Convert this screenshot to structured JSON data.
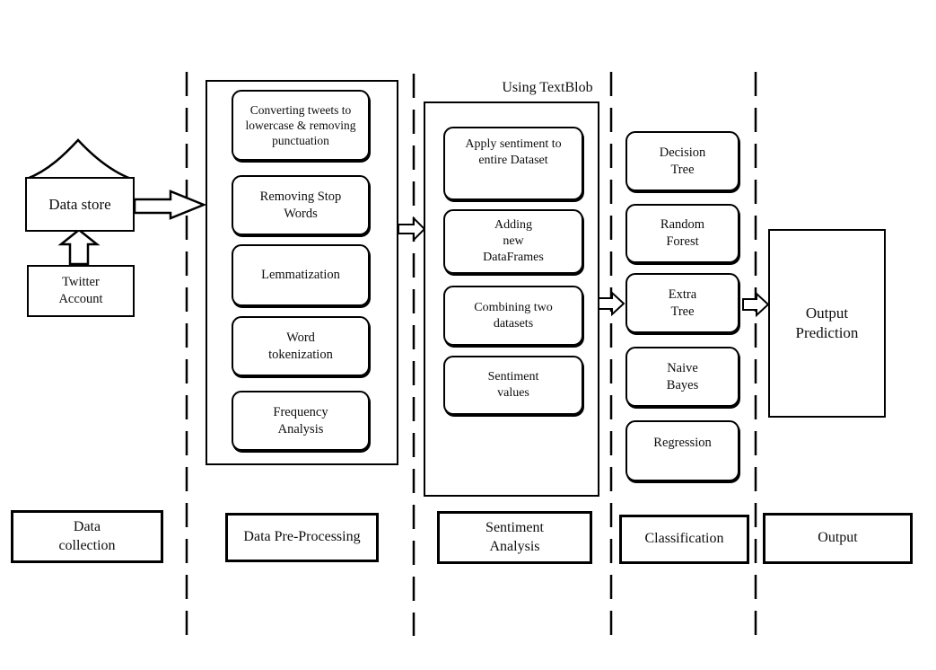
{
  "colors": {
    "line": "#000000",
    "background": "#ffffff"
  },
  "diagram": {
    "collection": {
      "data_store": "Data store",
      "twitter_account": "Twitter\nAccount"
    },
    "preprocessing": {
      "steps": [
        "Converting tweets to\nlowercase & removing\npunctuation",
        "Removing Stop\nWords",
        "Lemmatization",
        "Word\ntokenization",
        "Frequency\nAnalysis"
      ]
    },
    "sentiment": {
      "header": "Using TextBlob",
      "steps": [
        "Apply sentiment to\nentire Dataset",
        "Adding\nnew\nDataFrames",
        "Combining two\ndatasets",
        "Sentiment\nvalues"
      ]
    },
    "classification": {
      "models": [
        "Decision\nTree",
        "Random\nForest",
        "Extra\nTree",
        "Naive\nBayes",
        "Regression"
      ]
    },
    "output": {
      "label": "Output\nPrediction"
    },
    "stages": [
      "Data\ncollection",
      "Data Pre-Processing",
      "Sentiment\nAnalysis",
      "Classification",
      "Output"
    ]
  }
}
